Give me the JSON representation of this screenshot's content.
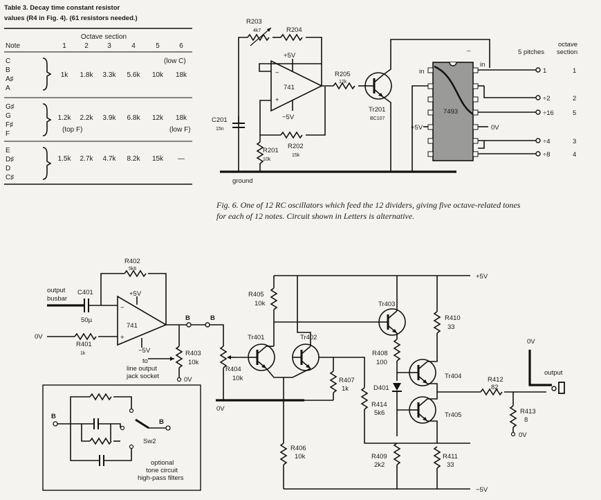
{
  "table3": {
    "title_line1": "Table 3. Decay time constant resistor",
    "title_line2": "values (R4 in Fig. 4). (61 resistors needed.)",
    "col_octave": "Octave section",
    "col_note": "Note",
    "col_nums": [
      "1",
      "2",
      "3",
      "4",
      "5",
      "6"
    ],
    "groups": [
      {
        "notes": [
          "C",
          "B",
          "A♯",
          "A"
        ],
        "note_top": "(low C)",
        "values": [
          "1k",
          "1.8k",
          "3.3k",
          "5.6k",
          "10k",
          "18k"
        ],
        "left": "",
        "right": ""
      },
      {
        "notes": [
          "G♯",
          "G",
          "F♯",
          "F"
        ],
        "note_top": "",
        "values": [
          "1.2k",
          "2.2k",
          "3.9k",
          "6.8k",
          "12k",
          "18k"
        ],
        "left": "(top F)",
        "right": "(low F)"
      },
      {
        "notes": [
          "E",
          "D♯",
          "D",
          "C♯"
        ],
        "note_top": "",
        "values": [
          "1.5k",
          "2.7k",
          "4.7k",
          "8.2k",
          "15k",
          "—"
        ],
        "left": "",
        "right": ""
      }
    ]
  },
  "fig6": {
    "labels": {
      "r203": "R203",
      "r203v": "4k7",
      "r204": "R204",
      "plus5": "+5V",
      "minus5": "−5V",
      "opamp": "741",
      "r205": "R205",
      "r205v": "12k",
      "c201": "C201",
      "c201v": "15n",
      "r201": "R201",
      "r201v": "10k",
      "r202": "R202",
      "r202v": "15k",
      "tr201": "Tr201",
      "tr201v": "BC107",
      "ground": "ground",
      "ic": "7493",
      "in_left": "in",
      "in_right": "in",
      "plus5_ic": "+5V",
      "zero_v": "0V",
      "dash": "–",
      "pitches": "5 pitches",
      "octave": "octave",
      "section": "section",
      "div": [
        "1",
        "÷2",
        "÷16",
        "÷4",
        "÷8"
      ],
      "sec": [
        "1",
        "2",
        "5",
        "3",
        "4"
      ]
    },
    "caption_line1": "Fig. 6.  One of 12 RC oscillators which feed the 12 dividers, giving five octave-related tones",
    "caption_line2": "for each of 12 notes. Circuit shown in Letters is alternative."
  },
  "amp": {
    "labels": {
      "r402": "R402",
      "r402v": "5k6",
      "out_busbar1": "output",
      "out_busbar2": "busbar",
      "c401": "C401",
      "c401v": "50µ",
      "ov_in": "0V",
      "r401": "R401",
      "r401v": "1k",
      "opamp": "741",
      "plus5": "+5V",
      "minus5": "−5V",
      "b1": "B",
      "b2": "B",
      "r403": "R403",
      "r403v": "10k",
      "to1": "to",
      "to2": "line output",
      "to3": "jack socket",
      "ov_r403": "0V",
      "r404": "R404",
      "r404v": "10k",
      "ov_rail": "0V",
      "r405": "R405",
      "r405v": "10k",
      "tr401": "Tr401",
      "tr402": "Tr402",
      "tr403": "Tr403",
      "r407": "R407",
      "r407v": "1k",
      "r406": "R406",
      "r406v": "10k",
      "r408": "R408",
      "r408v": "100",
      "d401": "D401",
      "r414": "R414",
      "r414v": "5k6",
      "r409": "R409",
      "r409v": "2k2",
      "r410": "R410",
      "r410v": "33",
      "r411": "R411",
      "r411v": "33",
      "tr404": "Tr404",
      "tr405": "Tr405",
      "r412": "R412",
      "r412v": "82",
      "r413": "R413",
      "r413v": "8",
      "ov_r413": "0V",
      "ov_out": "0V",
      "output": "output",
      "plus5_rail": "+5V",
      "minus5_rail": "−5V"
    },
    "inset": {
      "b_left": "B",
      "b_right": "B",
      "sw": "Sw2",
      "cap1": "optional",
      "cap2": "tone circuit",
      "cap3": "high-pass filters"
    }
  }
}
